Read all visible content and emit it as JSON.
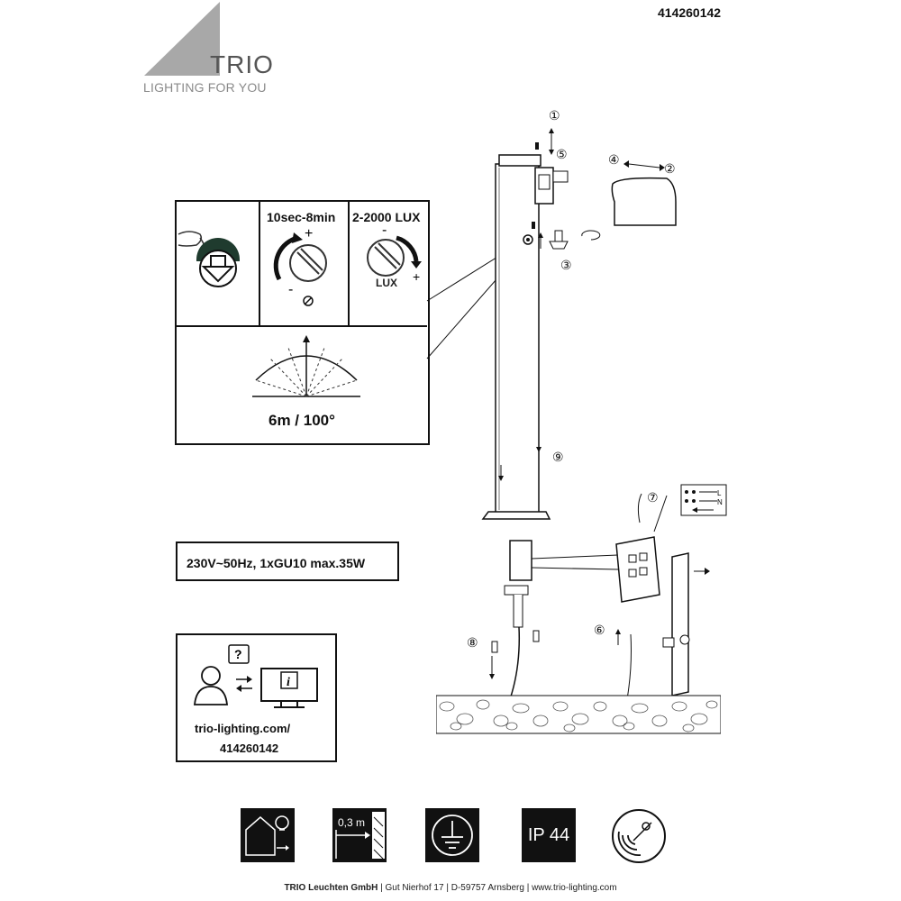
{
  "header": {
    "article_number": "414260142",
    "brand_name": "TRIO",
    "brand_tagline": "LIGHTING FOR YOU"
  },
  "sensor_panel": {
    "time_range": "10sec-8min",
    "time_plus": "+",
    "time_minus": "-",
    "lux_range": "2-2000 LUX",
    "lux_small": "LUX",
    "lux_plus": "+",
    "lux_minus": "-",
    "detection_range": "6m / 100°"
  },
  "spec": {
    "text": "230V~50Hz, 1xGU10 max.35W"
  },
  "info": {
    "url_line1": "trio-lighting.com/",
    "url_line2": "414260142",
    "question_mark": "?",
    "info_letter": "i"
  },
  "steps": {
    "step1": "①",
    "step2": "②",
    "step3": "③",
    "step4": "④",
    "step5": "⑤",
    "step6": "⑥",
    "step7": "⑦",
    "step8": "⑧",
    "step9": "⑨"
  },
  "terminal_labels": {
    "L": "L",
    "N": "N"
  },
  "symbols": {
    "distance_label": "0,3 m",
    "ip_rating": "IP 44"
  },
  "footer": {
    "company": "TRIO Leuchten GmbH",
    "address": "Gut Nierhof 17",
    "city": "D-59757 Arnsberg",
    "website": "www.trio-lighting.com",
    "separator": "|"
  }
}
